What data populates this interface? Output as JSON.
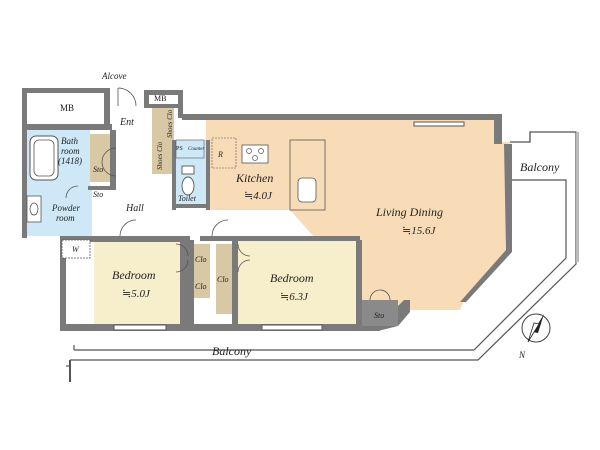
{
  "plan": {
    "labels": {
      "alcove": "Alcove",
      "mb_left": "MB",
      "mb_top": "MB",
      "ent": "Ent",
      "shoes1": "Shoes Clo",
      "shoes2": "Shoes Clo",
      "bath_line1": "Bath",
      "bath_line2": "room",
      "bath_line3": "(1418)",
      "sto_bath": "Sto",
      "sto_small": "Sto",
      "powder_line1": "Powder",
      "powder_line2": "room",
      "w": "W",
      "hall": "Hall",
      "ps": "PS",
      "counter": "Counter",
      "r": "R",
      "toilet": "Toilet",
      "kitchen": "Kitchen",
      "kitchen_area": "≒4.0J",
      "living": "Living Dining",
      "living_area": "≒15.6J",
      "balcony_right": "Balcony",
      "balcony_bottom": "Balcony",
      "bedroom1": "Bedroom",
      "bedroom1_area": "≒5.0J",
      "bedroom2": "Bedroom",
      "bedroom2_area": "≒6.3J",
      "clo1": "Clo",
      "clo2": "Clo",
      "clo3": "Clo",
      "sto_living": "Sto",
      "north": "N"
    },
    "colors": {
      "wall": "#7a7a7a",
      "bedroom_floor": "#f7efcb",
      "living_floor": "#f8dcb8",
      "wet_floor": "#cfe8f8",
      "closet_floor": "#d8c8a4",
      "hall_floor": "#ffffff",
      "line": "#555555"
    }
  }
}
